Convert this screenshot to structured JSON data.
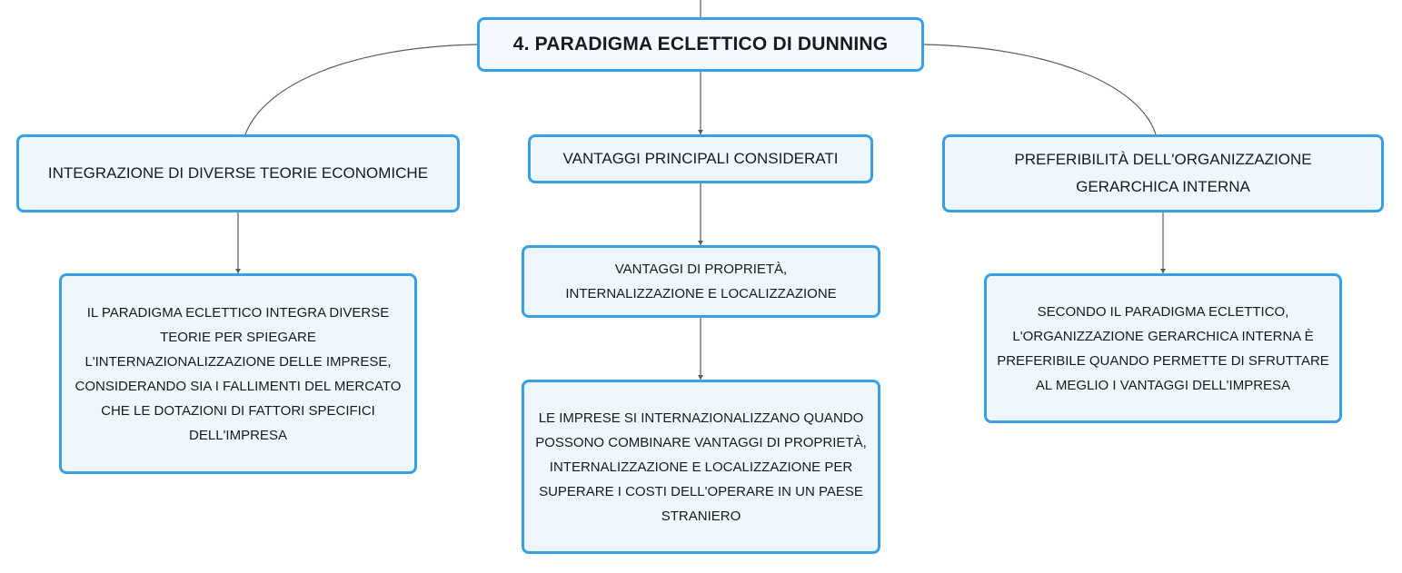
{
  "root": {
    "title": "4. PARADIGMA ECLETTICO DI DUNNING"
  },
  "branches": {
    "left": {
      "label": "INTEGRAZIONE DI DIVERSE TEORIE ECONOMICHE",
      "detail": "IL PARADIGMA ECLETTICO INTEGRA DIVERSE TEORIE PER SPIEGARE L'INTERNAZIONALIZZAZIONE DELLE IMPRESE, CONSIDERANDO SIA I FALLIMENTI DEL MERCATO CHE LE DOTAZIONI DI FATTORI SPECIFICI DELL'IMPRESA"
    },
    "middle": {
      "label": "VANTAGGI PRINCIPALI CONSIDERATI",
      "sub": "VANTAGGI DI PROPRIETÀ, INTERNALIZZAZIONE E LOCALIZZAZIONE",
      "detail": "LE IMPRESE SI INTERNAZIONALIZZANO QUANDO POSSONO COMBINARE VANTAGGI DI PROPRIETÀ, INTERNALIZZAZIONE E LOCALIZZAZIONE PER SUPERARE I COSTI DELL'OPERARE IN UN PAESE STRANIERO"
    },
    "right": {
      "label": "PREFERIBILITÀ DELL'ORGANIZZAZIONE GERARCHICA INTERNA",
      "detail": "SECONDO IL PARADIGMA ECLETTICO, L'ORGANIZZAZIONE GERARCHICA INTERNA È PREFERIBILE QUANDO PERMETTE DI SFRUTTARE AL MEGLIO I VANTAGGI DELL'IMPRESA"
    }
  },
  "colors": {
    "border": "#3aa0e6",
    "fill": "#eef7fd",
    "connector": "#555555"
  }
}
